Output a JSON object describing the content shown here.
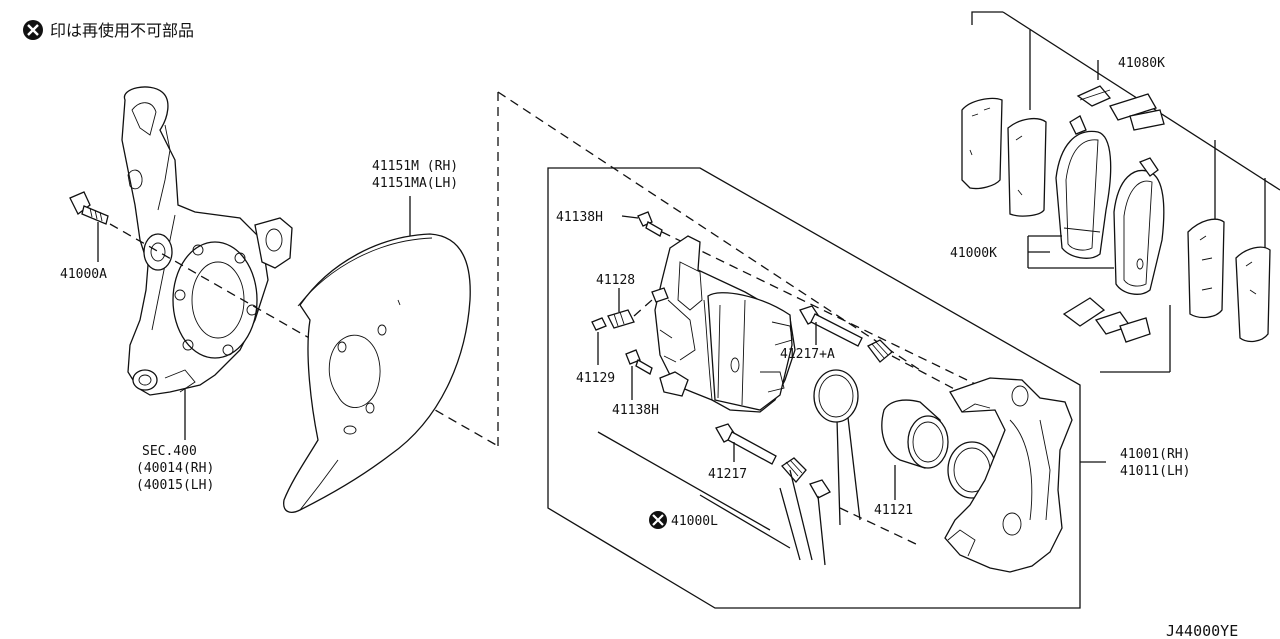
{
  "legend": {
    "symbol": "x-circle-icon",
    "text": "印は再使用不可部品"
  },
  "labels": {
    "p41000A": "41000A",
    "sec400": "SEC.400",
    "p40014": "(40014(RH)",
    "p40015": "(40015(LH)",
    "p41151M": "41151M (RH)",
    "p41151MA": "41151MA(LH)",
    "p41138H_top": "41138H",
    "p41128": "41128",
    "p41129": "41129",
    "p41138H_bot": "41138H",
    "p41217A": "41217+A",
    "p41217": "41217",
    "p41000L": "41000L",
    "p41121": "41121",
    "p41001": "41001(RH)",
    "p41011": "41011(LH)",
    "p41080K": "41080K",
    "p41000K": "41000K"
  },
  "diagram_code": "J44000YE"
}
